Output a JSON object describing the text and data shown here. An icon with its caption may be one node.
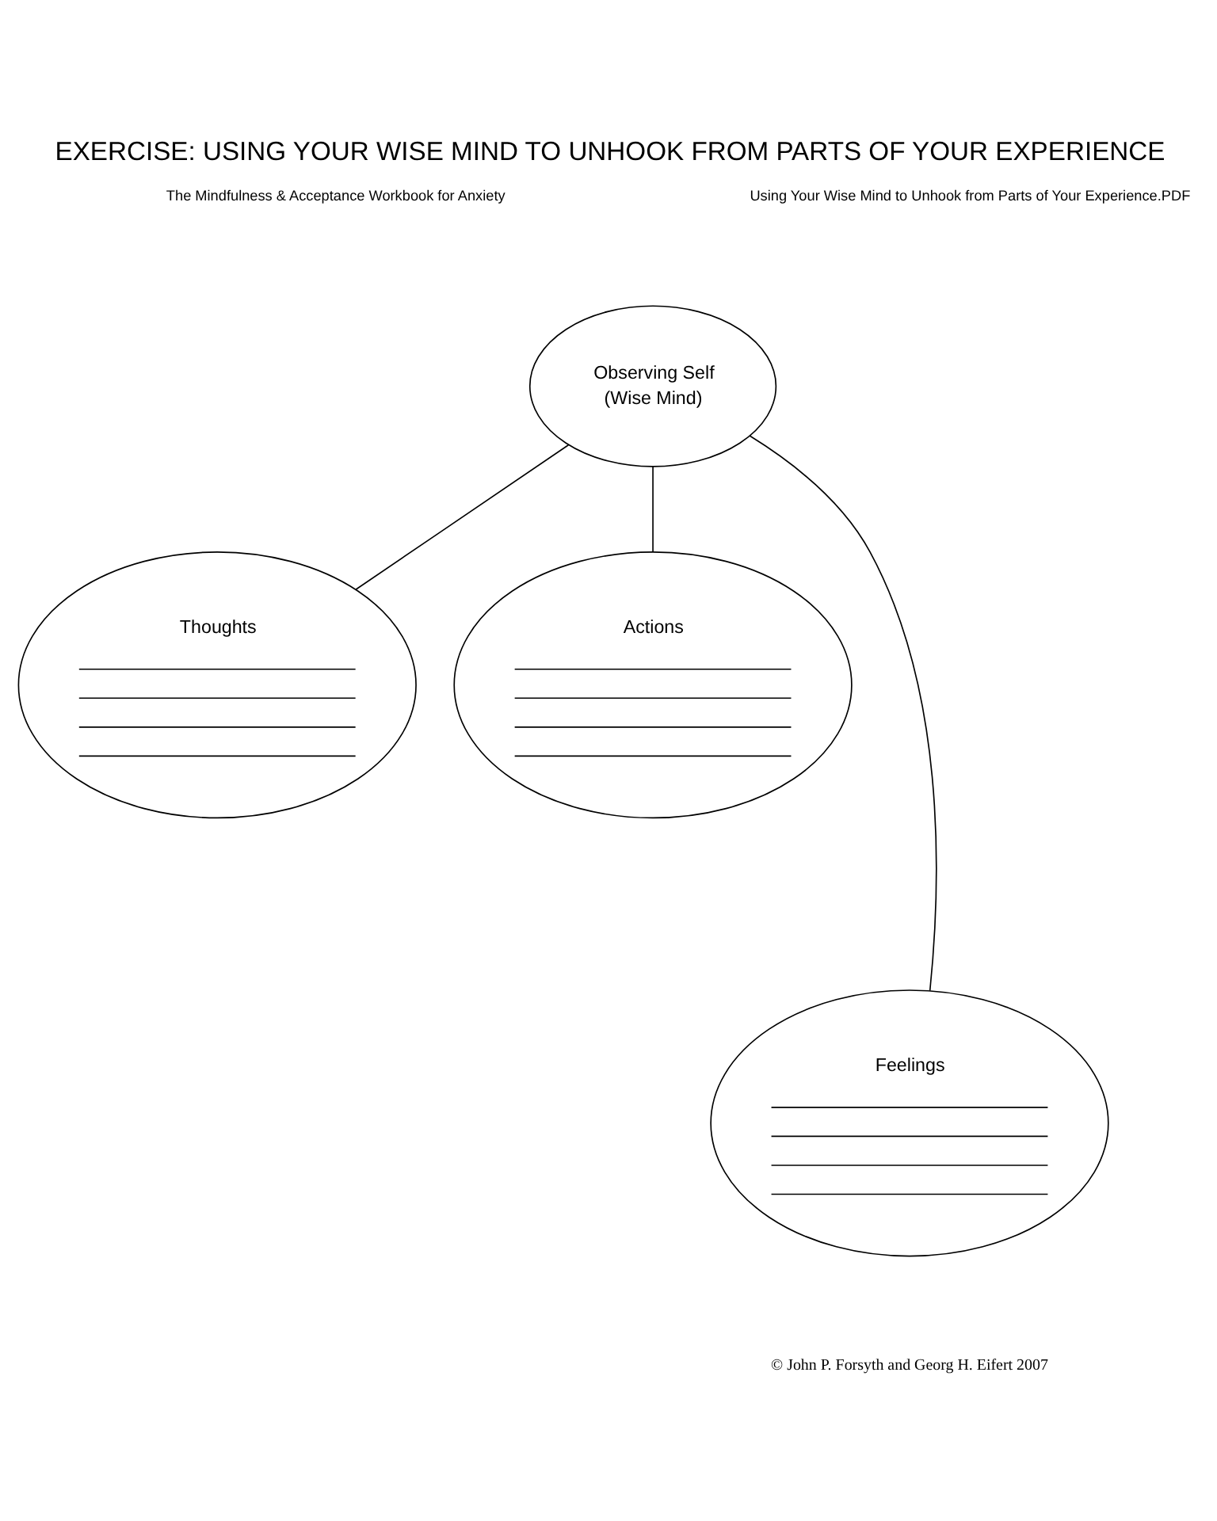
{
  "diagram": {
    "title": "EXERCISE: USING YOUR WISE MIND TO UNHOOK FROM PARTS OF YOUR EXPERIENCE",
    "nodes": [
      {
        "text": [
          "Observing Self",
          "(Wise Mind)"
        ]
      },
      {
        "text": [
          "Thoughts"
        ]
      },
      {
        "text": [
          "Actions"
        ]
      },
      {
        "text": [
          "Feelings"
        ]
      }
    ],
    "edges": [
      {
        "from": 0,
        "to": 1,
        "arrow": "none"
      },
      {
        "from": 0,
        "to": 3,
        "arrow": "none"
      },
      {
        "from": 0,
        "to": 2,
        "arrow": "none"
      }
    ],
    "labels": [
      "The Mindfulness & Acceptance Workbook for Anxiety",
      "Using Your Wise Mind to Unhook from Parts of Your Experience.PDF",
      "© John P. Forsyth and Georg H. Eifert 2007"
    ]
  }
}
